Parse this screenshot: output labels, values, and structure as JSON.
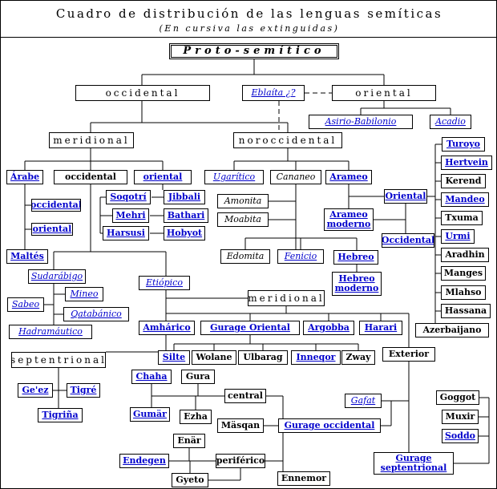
{
  "header": {
    "title": "Cuadro de distribución de las lenguas semíticas",
    "subtitle": "(En cursiva las extinguidas)"
  },
  "nodes": [
    {
      "id": "proto",
      "label": "Proto-semítico",
      "cls": "big dbl",
      "b": [
        210,
        53,
        212,
        20
      ]
    },
    {
      "id": "occ",
      "label": "occidental",
      "cls": "spaced",
      "b": [
        93,
        105,
        168,
        20
      ]
    },
    {
      "id": "ebla",
      "label": "Eblaíta ¿?",
      "cls": "link i",
      "b": [
        301,
        105,
        78,
        20
      ]
    },
    {
      "id": "ori",
      "label": "oriental",
      "cls": "spaced",
      "b": [
        413,
        105,
        130,
        20
      ]
    },
    {
      "id": "asirio",
      "label": "Asirio-Babilonio",
      "cls": "link i",
      "b": [
        384,
        142,
        130,
        18
      ]
    },
    {
      "id": "acadio",
      "label": "Acadio",
      "cls": "link i",
      "b": [
        535,
        142,
        52,
        18
      ]
    },
    {
      "id": "merid",
      "label": "meridional",
      "cls": "spaced",
      "b": [
        60,
        164,
        106,
        20
      ]
    },
    {
      "id": "norocc",
      "label": "noroccidental",
      "cls": "spaced",
      "b": [
        290,
        164,
        136,
        20
      ]
    },
    {
      "id": "arabe",
      "label": "Árabe",
      "cls": "link b",
      "b": [
        7,
        211,
        46,
        18
      ]
    },
    {
      "id": "occ2",
      "label": "occidental",
      "cls": "b",
      "b": [
        66,
        211,
        92,
        18
      ]
    },
    {
      "id": "ori2",
      "label": "oriental",
      "cls": "link b",
      "b": [
        166,
        211,
        72,
        18
      ]
    },
    {
      "id": "arab_occ",
      "label": "occidental",
      "cls": "link b",
      "b": [
        38,
        247,
        62,
        16
      ]
    },
    {
      "id": "arab_ori",
      "label": "oriental",
      "cls": "link b",
      "b": [
        38,
        277,
        52,
        16
      ]
    },
    {
      "id": "maltes",
      "label": "Maltés",
      "cls": "link b",
      "b": [
        7,
        310,
        52,
        18
      ]
    },
    {
      "id": "soqotri",
      "label": "Soqotrí",
      "cls": "link b",
      "b": [
        131,
        236,
        56,
        18
      ]
    },
    {
      "id": "jibbali",
      "label": "Jibbali",
      "cls": "link b",
      "b": [
        203,
        236,
        52,
        18
      ]
    },
    {
      "id": "mehri",
      "label": "Mehri",
      "cls": "link b",
      "b": [
        139,
        259,
        46,
        18
      ]
    },
    {
      "id": "bathari",
      "label": "Bathari",
      "cls": "link b",
      "b": [
        203,
        259,
        56,
        18
      ]
    },
    {
      "id": "harsusi",
      "label": "Harsusi",
      "cls": "link b",
      "b": [
        127,
        281,
        58,
        18
      ]
    },
    {
      "id": "hobyot",
      "label": "Hobyot",
      "cls": "link b",
      "b": [
        203,
        281,
        52,
        18
      ]
    },
    {
      "id": "ugaritico",
      "label": "Ugarítico",
      "cls": "link i",
      "b": [
        254,
        211,
        74,
        18
      ]
    },
    {
      "id": "cananeo",
      "label": "Cananeo",
      "cls": "i",
      "b": [
        336,
        211,
        64,
        18
      ]
    },
    {
      "id": "arameo",
      "label": "Arameo",
      "cls": "link b",
      "b": [
        405,
        211,
        58,
        18
      ]
    },
    {
      "id": "amonita",
      "label": "Amonita",
      "cls": "i",
      "b": [
        270,
        241,
        64,
        18
      ]
    },
    {
      "id": "moabita",
      "label": "Moabita",
      "cls": "i",
      "b": [
        270,
        264,
        64,
        18
      ]
    },
    {
      "id": "arameo_mod",
      "label": "Arameo moderno",
      "cls": "link b tworow",
      "b": [
        403,
        259,
        62,
        28
      ]
    },
    {
      "id": "edomita",
      "label": "Edomita",
      "cls": "i",
      "b": [
        274,
        310,
        62,
        18
      ]
    },
    {
      "id": "fenicio",
      "label": "Fenicio",
      "cls": "link i",
      "b": [
        345,
        310,
        58,
        18
      ]
    },
    {
      "id": "hebreo",
      "label": "Hebreo",
      "cls": "link b",
      "b": [
        415,
        311,
        56,
        18
      ]
    },
    {
      "id": "hebreo_mod",
      "label": "Hebreo moderno",
      "cls": "link b tworow",
      "b": [
        413,
        338,
        62,
        30
      ]
    },
    {
      "id": "sudarabigo",
      "label": "Sudarábigo",
      "cls": "link i",
      "b": [
        34,
        335,
        72,
        18
      ]
    },
    {
      "id": "mineo",
      "label": "Mineo",
      "cls": "link i",
      "b": [
        80,
        357,
        48,
        18
      ]
    },
    {
      "id": "sabeo",
      "label": "Sabeo",
      "cls": "link i",
      "b": [
        8,
        370,
        46,
        18
      ]
    },
    {
      "id": "qatabanico",
      "label": "Qatabánico",
      "cls": "link i",
      "b": [
        78,
        382,
        82,
        18
      ]
    },
    {
      "id": "hadramautico",
      "label": "Hadramáutico",
      "cls": "link i",
      "b": [
        10,
        404,
        104,
        18
      ]
    },
    {
      "id": "etiopico",
      "label": "Etiópico",
      "cls": "link i",
      "b": [
        172,
        343,
        64,
        18
      ]
    },
    {
      "id": "eti_merid",
      "label": "meridional",
      "cls": "spaced",
      "b": [
        308,
        361,
        96,
        20
      ]
    },
    {
      "id": "sept",
      "label": "septentrional",
      "cls": "spaced",
      "b": [
        13,
        438,
        118,
        20
      ]
    },
    {
      "id": "geez",
      "label": "Ge'ez",
      "cls": "link b",
      "b": [
        21,
        477,
        44,
        18
      ]
    },
    {
      "id": "tigre",
      "label": "Tigré",
      "cls": "link b",
      "b": [
        82,
        477,
        42,
        18
      ]
    },
    {
      "id": "tigrina",
      "label": "Tigriña",
      "cls": "link b",
      "b": [
        46,
        508,
        56,
        18
      ]
    },
    {
      "id": "amharico",
      "label": "Amhárico",
      "cls": "link b",
      "b": [
        172,
        399,
        70,
        18
      ]
    },
    {
      "id": "gurage_ori",
      "label": "Gurage Oriental",
      "cls": "link b",
      "b": [
        249,
        399,
        124,
        18
      ]
    },
    {
      "id": "argobba",
      "label": "Argobba",
      "cls": "link b",
      "b": [
        377,
        399,
        64,
        18
      ]
    },
    {
      "id": "harari",
      "label": "Harari",
      "cls": "link b",
      "b": [
        447,
        399,
        54,
        18
      ]
    },
    {
      "id": "silte",
      "label": "Silte",
      "cls": "link b",
      "b": [
        196,
        436,
        40,
        18
      ]
    },
    {
      "id": "wolane",
      "label": "Wolane",
      "cls": "b",
      "b": [
        238,
        436,
        56,
        18
      ]
    },
    {
      "id": "ulbarag",
      "label": "Ulbarag",
      "cls": "b",
      "b": [
        296,
        436,
        62,
        18
      ]
    },
    {
      "id": "inneqor",
      "label": "Inneqor",
      "cls": "link b",
      "b": [
        362,
        436,
        62,
        18
      ]
    },
    {
      "id": "zway",
      "label": "Zway",
      "cls": "b",
      "b": [
        425,
        436,
        42,
        18
      ]
    },
    {
      "id": "exterior",
      "label": "Exterior",
      "cls": "b",
      "b": [
        476,
        432,
        66,
        18
      ]
    },
    {
      "id": "chaha",
      "label": "Chaha",
      "cls": "link b",
      "b": [
        163,
        460,
        50,
        18
      ]
    },
    {
      "id": "gura",
      "label": "Gura",
      "cls": "b",
      "b": [
        225,
        460,
        42,
        18
      ]
    },
    {
      "id": "central",
      "label": "central",
      "cls": "b",
      "b": [
        279,
        484,
        52,
        18
      ]
    },
    {
      "id": "gumar",
      "label": "Gumär",
      "cls": "link b",
      "b": [
        161,
        507,
        50,
        18
      ]
    },
    {
      "id": "ezha",
      "label": "Ezha",
      "cls": "b",
      "b": [
        223,
        510,
        40,
        18
      ]
    },
    {
      "id": "masqan",
      "label": "Mäsqan",
      "cls": "b",
      "b": [
        270,
        521,
        58,
        18
      ]
    },
    {
      "id": "gurage_occ",
      "label": "Gurage occidental",
      "cls": "link b",
      "b": [
        346,
        521,
        128,
        18
      ]
    },
    {
      "id": "gafat",
      "label": "Gafat",
      "cls": "link i",
      "b": [
        429,
        490,
        46,
        18
      ]
    },
    {
      "id": "enar",
      "label": "Enär",
      "cls": "b",
      "b": [
        215,
        540,
        40,
        18
      ]
    },
    {
      "id": "endegen",
      "label": "Endegen",
      "cls": "link b",
      "b": [
        148,
        565,
        62,
        18
      ]
    },
    {
      "id": "periferico",
      "label": "periférico",
      "cls": "b",
      "b": [
        268,
        565,
        62,
        18
      ]
    },
    {
      "id": "gyeto",
      "label": "Gyeto",
      "cls": "b",
      "b": [
        213,
        589,
        46,
        18
      ]
    },
    {
      "id": "ennemor",
      "label": "Ennemor",
      "cls": "b",
      "b": [
        345,
        587,
        66,
        18
      ]
    },
    {
      "id": "gurage_sept",
      "label": "Gurage septentrional",
      "cls": "link b tworow",
      "b": [
        465,
        563,
        100,
        28
      ]
    },
    {
      "id": "goggot",
      "label": "Goggot",
      "cls": "b",
      "b": [
        543,
        486,
        54,
        18
      ]
    },
    {
      "id": "muxir",
      "label": "Muxir",
      "cls": "b",
      "b": [
        550,
        510,
        46,
        18
      ]
    },
    {
      "id": "soddo",
      "label": "Soddo",
      "cls": "link b",
      "b": [
        550,
        534,
        46,
        18
      ]
    },
    {
      "id": "ara_oriental",
      "label": "Oriental",
      "cls": "link b",
      "b": [
        478,
        235,
        54,
        18
      ]
    },
    {
      "id": "ara_occ",
      "label": "Occidental",
      "cls": "link b",
      "b": [
        475,
        290,
        66,
        18
      ]
    },
    {
      "id": "turoyo",
      "label": "Turoyo",
      "cls": "link b",
      "b": [
        550,
        170,
        54,
        18
      ]
    },
    {
      "id": "hertvein",
      "label": "Hertvein",
      "cls": "link b",
      "b": [
        549,
        193,
        64,
        18
      ]
    },
    {
      "id": "kerend",
      "label": "Kerend",
      "cls": "b",
      "b": [
        549,
        216,
        56,
        18
      ]
    },
    {
      "id": "mandeo",
      "label": "Mandeo",
      "cls": "link b",
      "b": [
        549,
        239,
        60,
        18
      ]
    },
    {
      "id": "txuma",
      "label": "Txuma",
      "cls": "b",
      "b": [
        549,
        262,
        52,
        18
      ]
    },
    {
      "id": "urmi",
      "label": "Urmi",
      "cls": "link b",
      "b": [
        549,
        285,
        42,
        18
      ]
    },
    {
      "id": "aradhin",
      "label": "Aradhin",
      "cls": "b",
      "b": [
        549,
        308,
        60,
        18
      ]
    },
    {
      "id": "manges",
      "label": "Manges",
      "cls": "b",
      "b": [
        549,
        331,
        56,
        18
      ]
    },
    {
      "id": "mlahso",
      "label": "Mlahso",
      "cls": "b",
      "b": [
        549,
        355,
        56,
        18
      ]
    },
    {
      "id": "hassana",
      "label": "Hassana",
      "cls": "b",
      "b": [
        549,
        378,
        62,
        18
      ]
    },
    {
      "id": "azerbaijano",
      "label": "Azerbaijano",
      "cls": "b",
      "b": [
        517,
        402,
        92,
        18
      ]
    }
  ]
}
